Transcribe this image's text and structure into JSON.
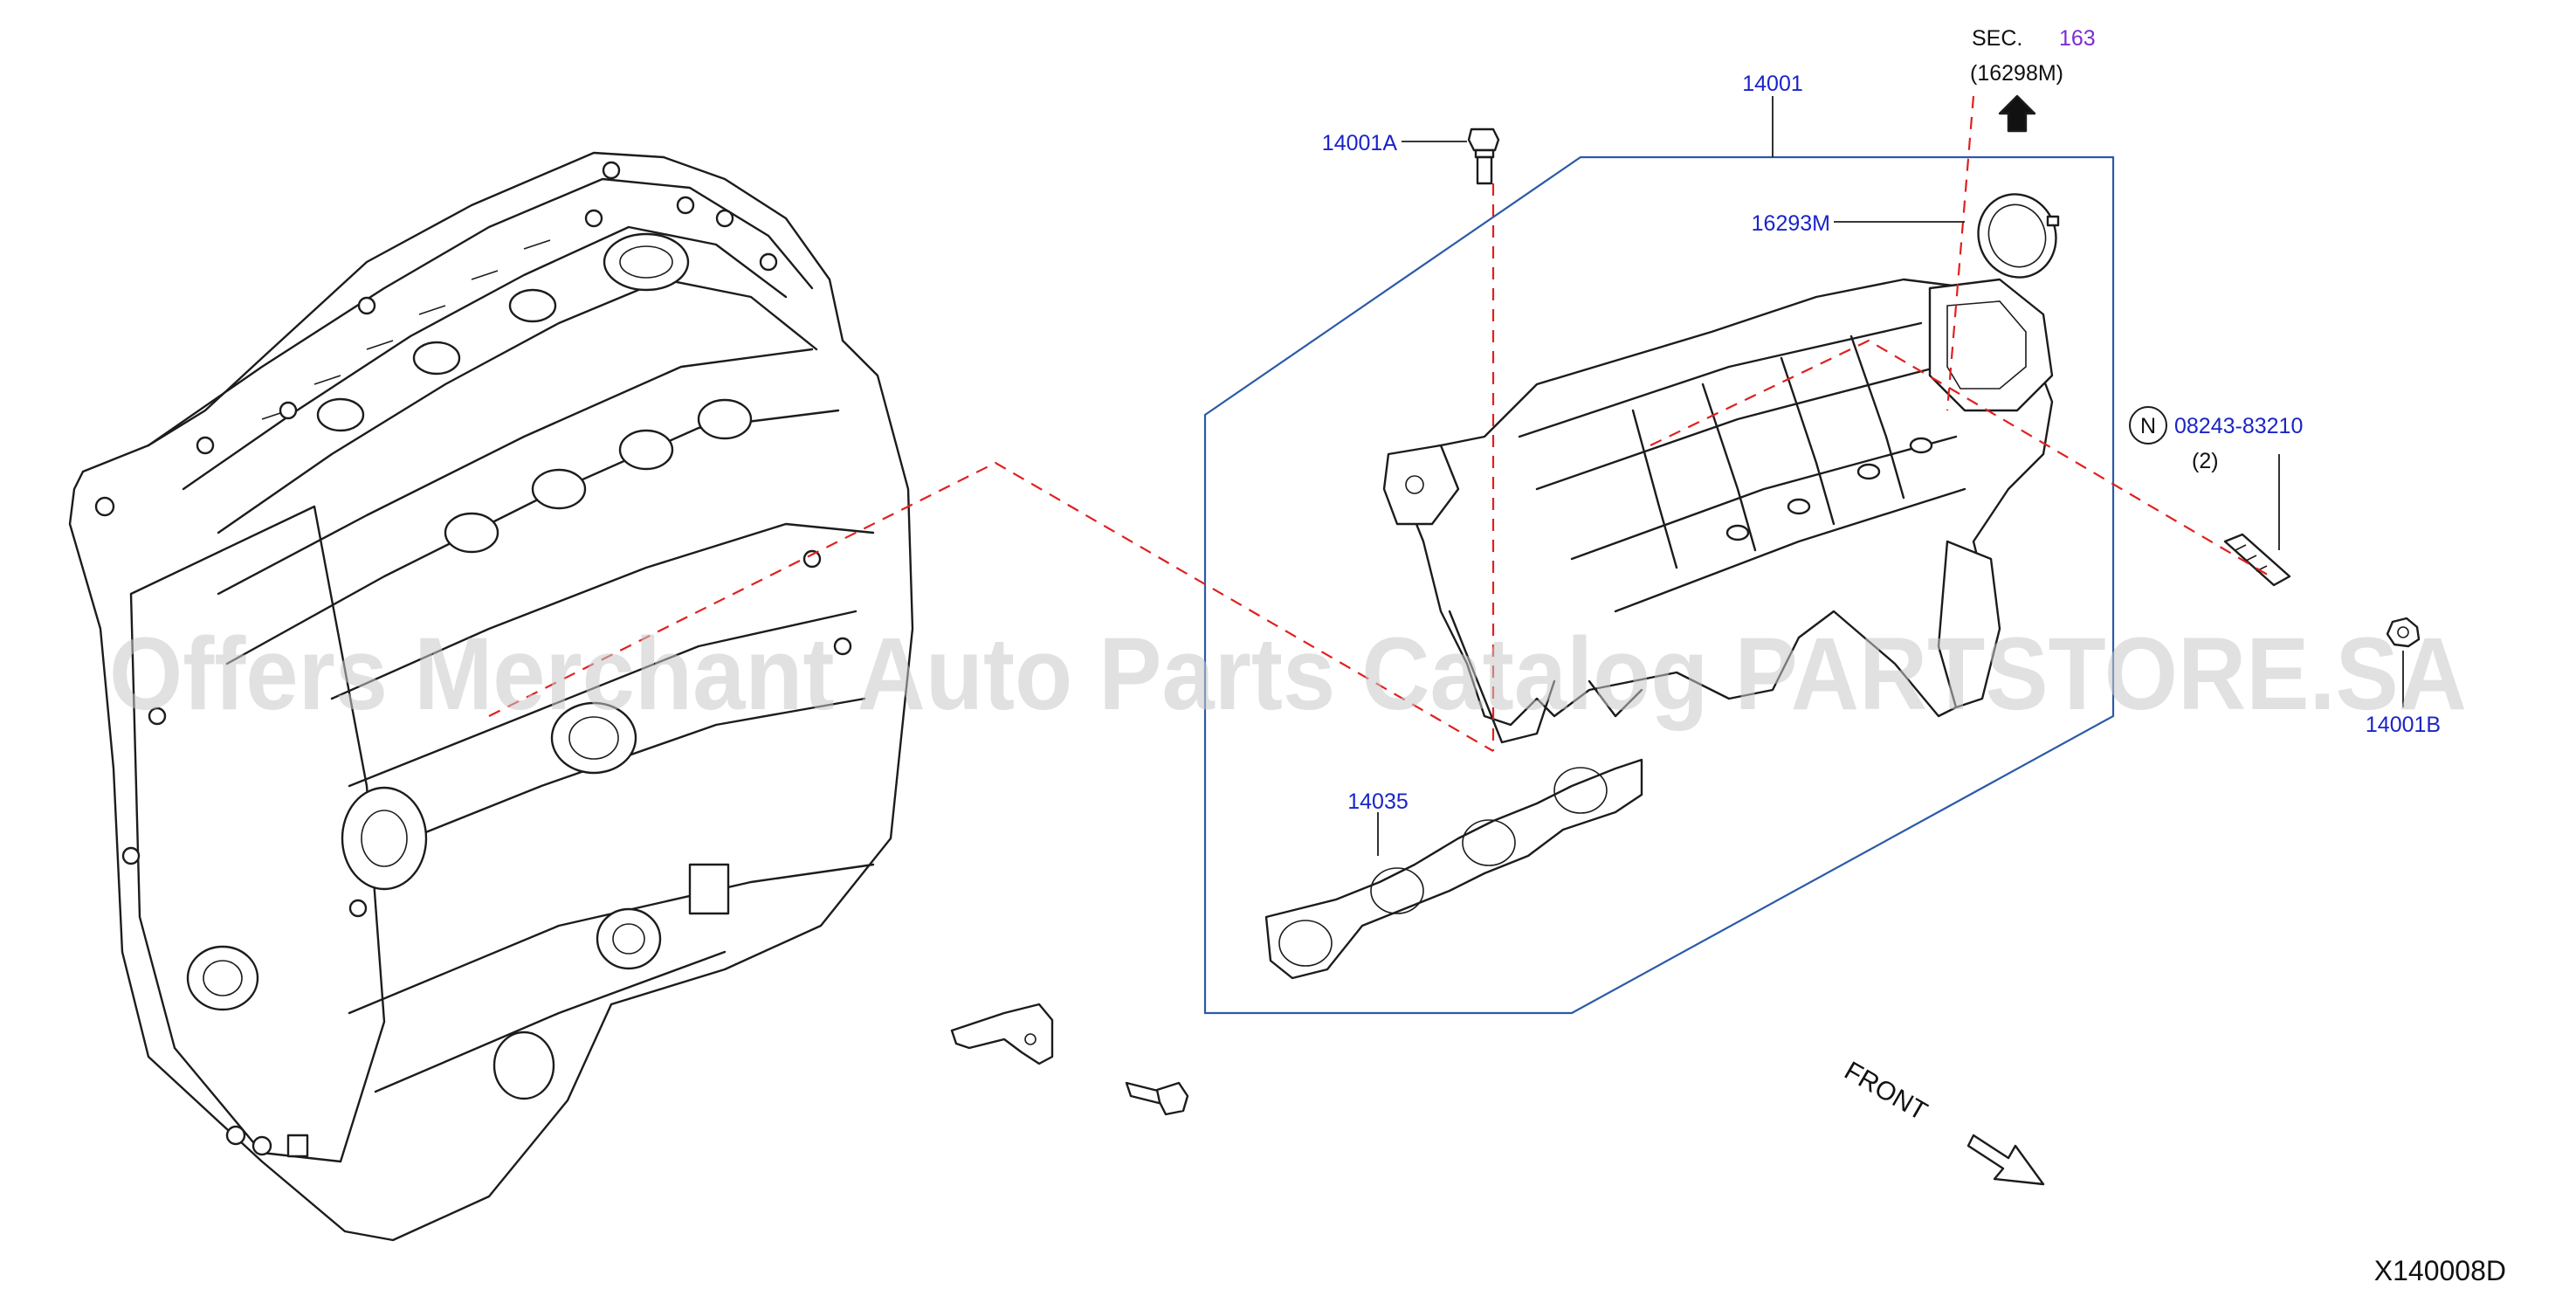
{
  "watermark": "Offers Merchant Auto Parts Catalog PARTSTORE.SA",
  "diagram_code": "X140008D",
  "direction_label": "FRONT",
  "callouts": {
    "manifold": "14001",
    "bolt_a": "14001A",
    "gasket_ring": "16293M",
    "sec_prefix": "SEC.",
    "sec_number": "163",
    "sec_ref": "(16298M)",
    "stud_symbol": "N",
    "stud_number": "08243-83210",
    "stud_qty": "(2)",
    "nut_b": "14001B",
    "manifold_gasket": "14035"
  },
  "colors": {
    "callout": "#1a24c8",
    "section_link": "#7a2cd6",
    "leader_frame": "#2c5aa8",
    "centerline": "#e02020"
  }
}
